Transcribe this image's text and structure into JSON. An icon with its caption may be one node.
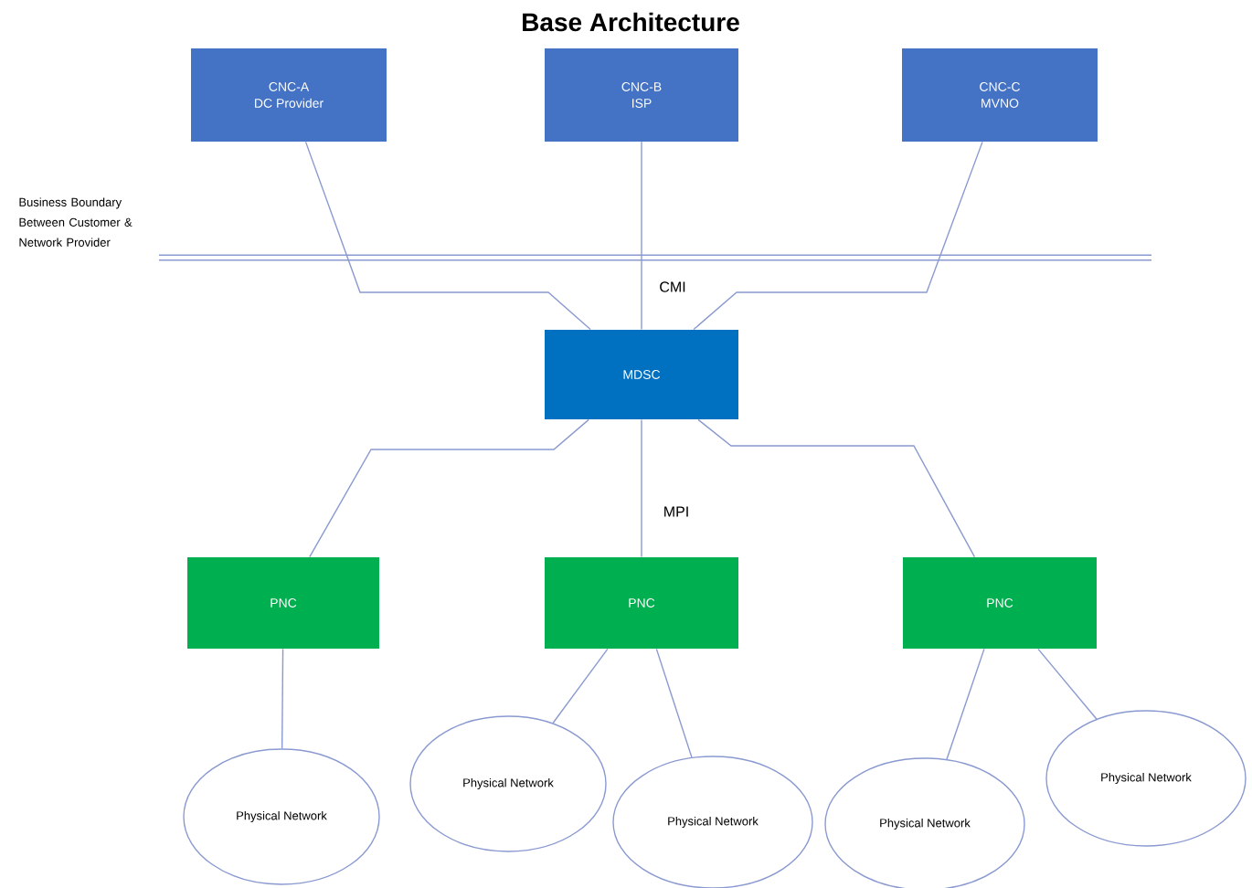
{
  "diagram": {
    "title": "Base Architecture",
    "nodes": [
      {
        "text": [
          "CNC-A",
          "DC Provider"
        ]
      },
      {
        "text": [
          "CNC-B",
          "ISP"
        ]
      },
      {
        "text": [
          "CNC-C",
          "MVNO"
        ]
      },
      {
        "text": [
          "MDSC"
        ]
      },
      {
        "text": [
          "PNC"
        ]
      },
      {
        "text": [
          "PNC"
        ]
      },
      {
        "text": [
          "PNC"
        ]
      },
      {
        "text": [
          "Physical Network"
        ]
      },
      {
        "text": [
          "Physical Network"
        ]
      },
      {
        "text": [
          "Physical Network"
        ]
      },
      {
        "text": [
          "Physical Network"
        ]
      },
      {
        "text": [
          "Physical Network"
        ]
      }
    ],
    "edges": [
      {
        "from": 0,
        "to": 3,
        "arrow": "none"
      },
      {
        "from": 1,
        "to": 3,
        "arrow": "none",
        "label": "CMI"
      },
      {
        "from": 2,
        "to": 3,
        "arrow": "none"
      },
      {
        "from": 3,
        "to": 4,
        "arrow": "none"
      },
      {
        "from": 3,
        "to": 5,
        "arrow": "none",
        "label": "MPI"
      },
      {
        "from": 3,
        "to": 6,
        "arrow": "none"
      },
      {
        "from": 4,
        "to": 7,
        "arrow": "none"
      },
      {
        "from": 5,
        "to": 8,
        "arrow": "none"
      },
      {
        "from": 5,
        "to": 9,
        "arrow": "none"
      },
      {
        "from": 6,
        "to": 10,
        "arrow": "none"
      },
      {
        "from": 6,
        "to": 11,
        "arrow": "none"
      }
    ],
    "labels": [
      "Business Boundary Between Customer & Network Provider"
    ]
  }
}
